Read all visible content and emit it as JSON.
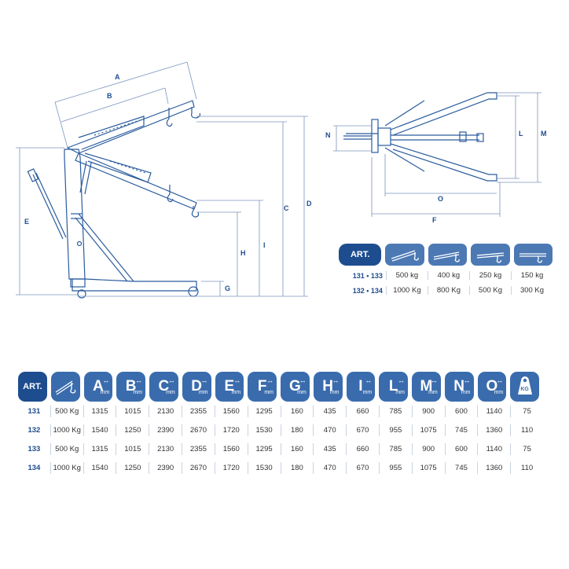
{
  "diagram": {
    "side_labels": [
      "A",
      "B",
      "C",
      "D",
      "E",
      "G",
      "H",
      "I"
    ],
    "top_labels": [
      "N",
      "L",
      "M",
      "O",
      "F"
    ]
  },
  "capacity_table": {
    "header": "ART.",
    "icons": [
      "boom-position-1-icon",
      "boom-position-2-icon",
      "boom-position-3-icon",
      "boom-position-4-icon"
    ],
    "rows": [
      {
        "art": "131 • 133",
        "values": [
          "500 kg",
          "400 kg",
          "250 kg",
          "150 kg"
        ]
      },
      {
        "art": "132 • 134",
        "values": [
          "1000 Kg",
          "800 Kg",
          "500 Kg",
          "300 Kg"
        ]
      }
    ]
  },
  "dims_table": {
    "header_art": "ART.",
    "dimension_letters": [
      "A",
      "B",
      "C",
      "D",
      "E",
      "F",
      "G",
      "H",
      "I",
      "L",
      "M",
      "N",
      "O"
    ],
    "unit": "mm",
    "weight_label": "KG",
    "rows": [
      {
        "art": "131",
        "values": [
          "500 Kg",
          "1315",
          "1015",
          "2130",
          "2355",
          "1560",
          "1295",
          "160",
          "435",
          "660",
          "785",
          "900",
          "600",
          "1140",
          "75"
        ]
      },
      {
        "art": "132",
        "values": [
          "1000 Kg",
          "1540",
          "1250",
          "2390",
          "2670",
          "1720",
          "1530",
          "180",
          "470",
          "670",
          "955",
          "1075",
          "745",
          "1360",
          "110"
        ]
      },
      {
        "art": "133",
        "values": [
          "500 Kg",
          "1315",
          "1015",
          "2130",
          "2355",
          "1560",
          "1295",
          "160",
          "435",
          "660",
          "785",
          "900",
          "600",
          "1140",
          "75"
        ]
      },
      {
        "art": "134",
        "values": [
          "1000 Kg",
          "1540",
          "1250",
          "2390",
          "2670",
          "1720",
          "1530",
          "180",
          "470",
          "670",
          "955",
          "1075",
          "745",
          "1360",
          "110"
        ]
      }
    ]
  }
}
